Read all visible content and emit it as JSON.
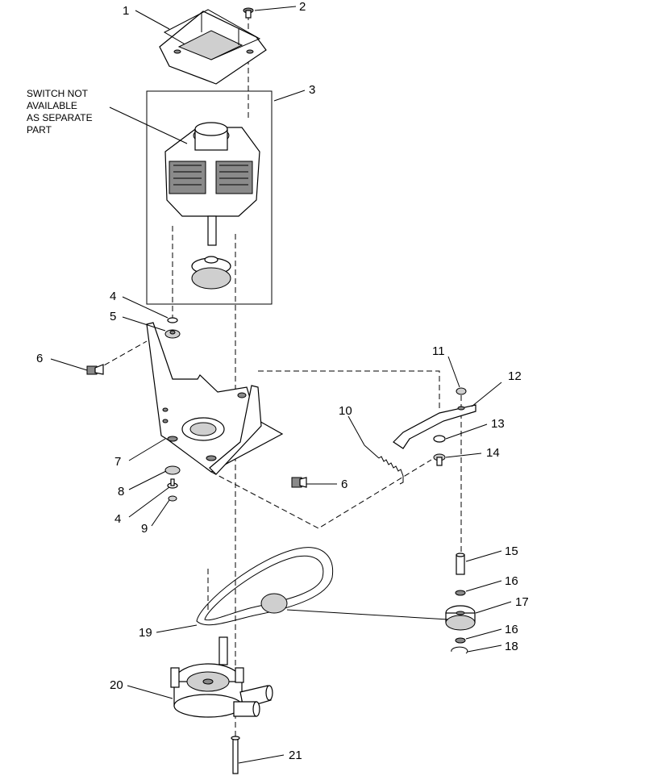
{
  "note": {
    "lines": [
      "SWITCH NOT",
      "AVAILABLE",
      "AS SEPARATE",
      "PART"
    ]
  },
  "callouts": [
    {
      "id": "c1",
      "label": "1"
    },
    {
      "id": "c2",
      "label": "2"
    },
    {
      "id": "c3",
      "label": "3"
    },
    {
      "id": "c4a",
      "label": "4"
    },
    {
      "id": "c5",
      "label": "5"
    },
    {
      "id": "c6a",
      "label": "6"
    },
    {
      "id": "c7",
      "label": "7"
    },
    {
      "id": "c8",
      "label": "8"
    },
    {
      "id": "c4b",
      "label": "4"
    },
    {
      "id": "c9",
      "label": "9"
    },
    {
      "id": "c6b",
      "label": "6"
    },
    {
      "id": "c10",
      "label": "10"
    },
    {
      "id": "c11",
      "label": "11"
    },
    {
      "id": "c12",
      "label": "12"
    },
    {
      "id": "c13",
      "label": "13"
    },
    {
      "id": "c14",
      "label": "14"
    },
    {
      "id": "c15",
      "label": "15"
    },
    {
      "id": "c16a",
      "label": "16"
    },
    {
      "id": "c17",
      "label": "17"
    },
    {
      "id": "c16b",
      "label": "16"
    },
    {
      "id": "c18",
      "label": "18"
    },
    {
      "id": "c19",
      "label": "19"
    },
    {
      "id": "c20",
      "label": "20"
    },
    {
      "id": "c21",
      "label": "21"
    }
  ]
}
